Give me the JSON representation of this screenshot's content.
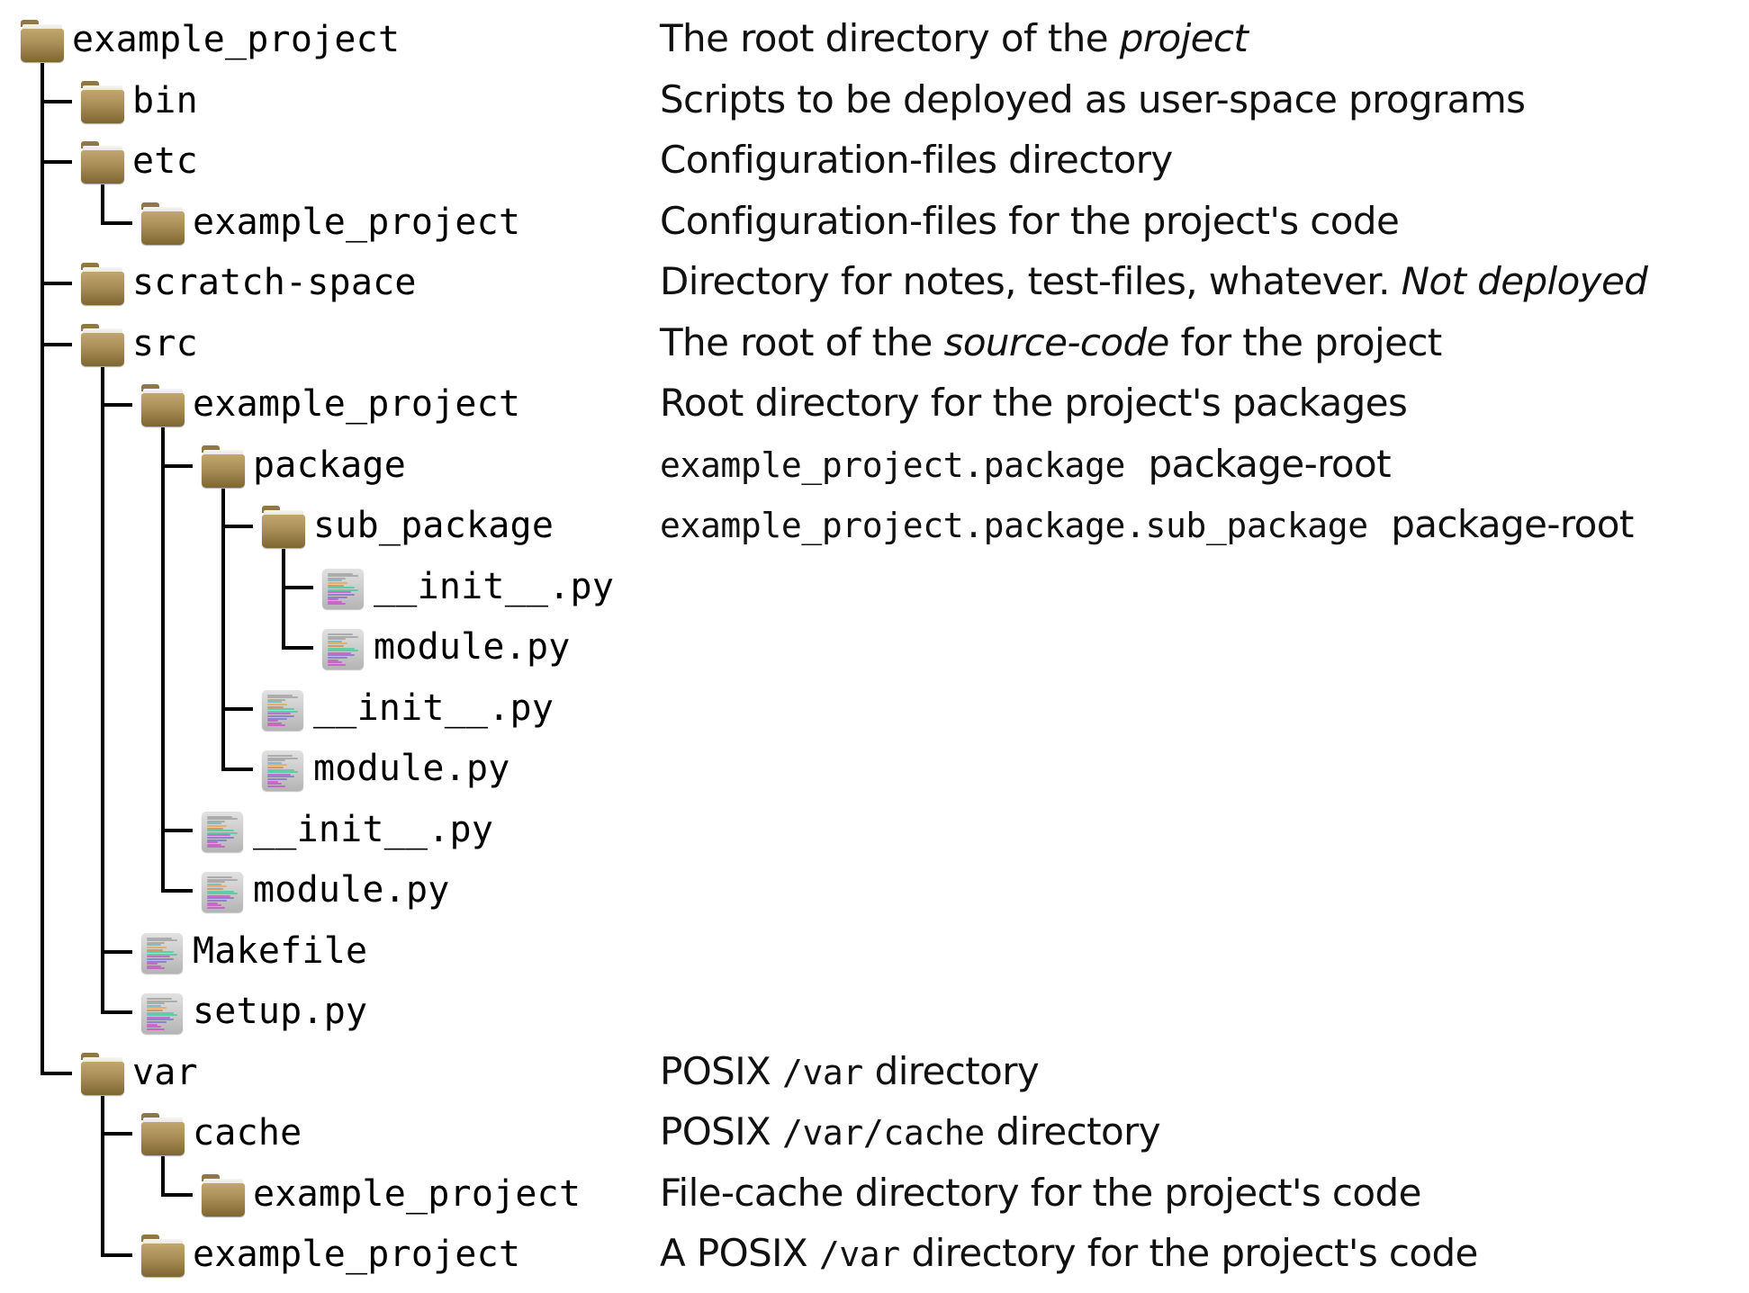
{
  "diagram": {
    "type": "directory-tree",
    "root": {
      "name": "example_project",
      "kind": "folder",
      "description": [
        {
          "t": "The root directory of the "
        },
        {
          "t": "project",
          "style": "em"
        }
      ],
      "children": [
        {
          "name": "bin",
          "kind": "folder",
          "description": [
            {
              "t": "Scripts to be deployed as user-space programs"
            }
          ]
        },
        {
          "name": "etc",
          "kind": "folder",
          "description": [
            {
              "t": "Configuration-files directory"
            }
          ],
          "children": [
            {
              "name": "example_project",
              "kind": "folder",
              "description": [
                {
                  "t": "Configuration-files for the project's code"
                }
              ]
            }
          ]
        },
        {
          "name": "scratch-space",
          "kind": "folder",
          "description": [
            {
              "t": "Directory for notes, test-files, whatever. "
            },
            {
              "t": "Not deployed",
              "style": "em"
            }
          ]
        },
        {
          "name": "src",
          "kind": "folder",
          "description": [
            {
              "t": "The root of the "
            },
            {
              "t": "source-code",
              "style": "em"
            },
            {
              "t": " for the project"
            }
          ],
          "children": [
            {
              "name": "example_project",
              "kind": "folder",
              "description": [
                {
                  "t": "Root directory for the project's packages"
                }
              ],
              "children": [
                {
                  "name": "package",
                  "kind": "folder",
                  "description": [
                    {
                      "t": "example_project.package",
                      "style": "code"
                    },
                    {
                      "t": "  package-root"
                    }
                  ],
                  "children": [
                    {
                      "name": "sub_package",
                      "kind": "folder",
                      "description": [
                        {
                          "t": "example_project.package.sub_package",
                          "style": "code"
                        },
                        {
                          "t": "  package-root"
                        }
                      ],
                      "children": [
                        {
                          "name": "__init__.py",
                          "kind": "file"
                        },
                        {
                          "name": "module.py",
                          "kind": "file"
                        }
                      ]
                    },
                    {
                      "name": "__init__.py",
                      "kind": "file"
                    },
                    {
                      "name": "module.py",
                      "kind": "file"
                    }
                  ]
                },
                {
                  "name": "__init__.py",
                  "kind": "file"
                },
                {
                  "name": "module.py",
                  "kind": "file"
                }
              ]
            },
            {
              "name": "Makefile",
              "kind": "file"
            },
            {
              "name": "setup.py",
              "kind": "file"
            }
          ]
        },
        {
          "name": "var",
          "kind": "folder",
          "description": [
            {
              "t": "POSIX "
            },
            {
              "t": "/var",
              "style": "code"
            },
            {
              "t": " directory"
            }
          ],
          "children": [
            {
              "name": "cache",
              "kind": "folder",
              "description": [
                {
                  "t": "POSIX "
                },
                {
                  "t": "/var/cache",
                  "style": "code"
                },
                {
                  "t": " directory"
                }
              ],
              "children": [
                {
                  "name": "example_project",
                  "kind": "folder",
                  "description": [
                    {
                      "t": "File-cache directory for the project's code"
                    }
                  ]
                }
              ]
            },
            {
              "name": "example_project",
              "kind": "folder",
              "description": [
                {
                  "t": "A POSIX "
                },
                {
                  "t": "/var",
                  "style": "code"
                },
                {
                  "t": " directory for the project's code"
                }
              ]
            }
          ]
        }
      ]
    }
  },
  "icons": {
    "folder": "folder-icon",
    "file": "source-file-icon"
  },
  "colors": {
    "folder_top": "#c1a66e",
    "folder_bottom": "#7e6632",
    "file_bg": "#c8c8c8",
    "connector": "#000000",
    "text": "#000000"
  }
}
